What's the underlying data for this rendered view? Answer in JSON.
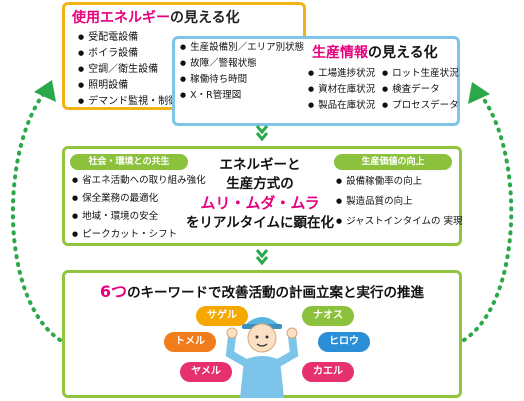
{
  "energy": {
    "title_accent": "使用エネルギー",
    "title_rest": "の見える化",
    "items": [
      "受配電設備",
      "ボイラ設備",
      "空調／衛生設備",
      "照明設備",
      "デマンド監視・制御"
    ]
  },
  "shared": {
    "items": [
      "生産設備別／エリア別状態",
      "故障／警報状態",
      "稼働待ち時間",
      "X・R管理図"
    ]
  },
  "production": {
    "title_accent": "生産情報",
    "title_rest": "の見える化",
    "items_left": [
      "工場進捗状況",
      "資材在庫状況",
      "製品在庫状況"
    ],
    "items_right": [
      "ロット生産状況",
      "検査データ",
      "プロセスデータ"
    ]
  },
  "middle": {
    "left_header": "社会・環境との共生",
    "left_items": [
      "省エネ活動への取り組み強化",
      "保全業務の最適化",
      "地域・環境の安全",
      "ピークカット・シフト"
    ],
    "center_line1": "エネルギーと",
    "center_line2": "生産方式の",
    "center_line3": "ムリ・ムダ・ムラ",
    "center_line4": "をリアルタイムに顕在化",
    "right_header": "生産価値の向上",
    "right_items": [
      "設備稼働率の向上",
      "製造品質の向上",
      "ジャストインタイムの 実現"
    ]
  },
  "bottom": {
    "title_accent": "6つ",
    "title_rest": "のキーワードで改善活動の計画立案と実行の推進",
    "keywords": [
      {
        "label": "サゲル",
        "color": "#f5a800"
      },
      {
        "label": "トメル",
        "color": "#f07c1c"
      },
      {
        "label": "ヤメル",
        "color": "#e6306f"
      },
      {
        "label": "ナオス",
        "color": "#8bc13d"
      },
      {
        "label": "ヒロウ",
        "color": "#2a8fd6"
      },
      {
        "label": "カエル",
        "color": "#e6306f"
      }
    ]
  },
  "colors": {
    "energy_border": "#f2b213",
    "production_border": "#7dc5e6",
    "middle_border": "#92c43d",
    "accent_pink": "#e6007e",
    "cycle_arrow": "#2aa84a"
  }
}
